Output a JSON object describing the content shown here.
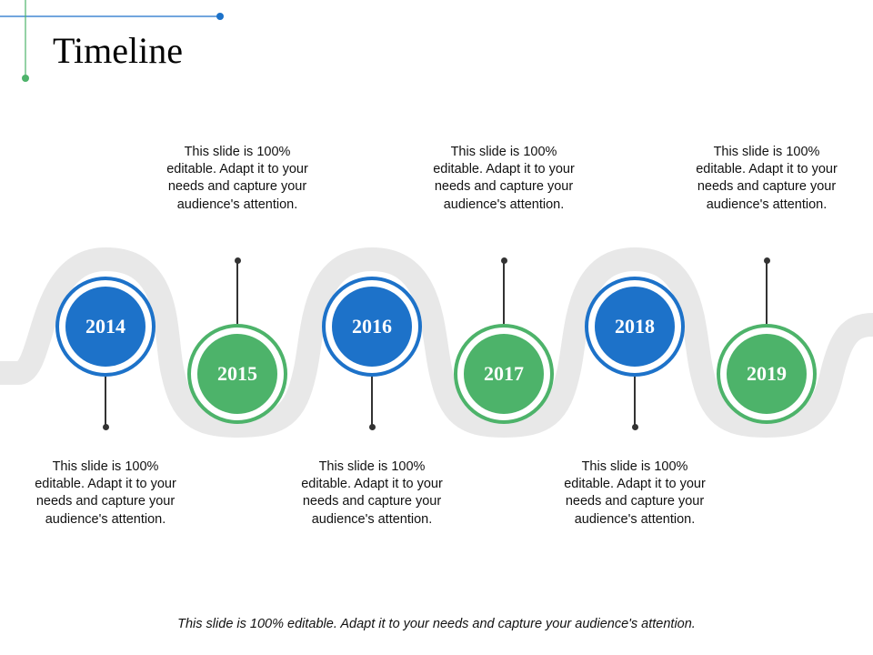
{
  "slide": {
    "title": "Timeline",
    "footer": "This slide is 100% editable. Adapt it to your needs and capture your audience's attention."
  },
  "colors": {
    "blue": "#1d72c9",
    "green": "#4db36a",
    "track": "#e8e8e8",
    "connector": "#333333"
  },
  "milestones": [
    {
      "year": "2014",
      "text": "This slide is 100% editable. Adapt it to your needs and capture your audience's attention.",
      "color": "blue"
    },
    {
      "year": "2015",
      "text": "This slide is 100% editable. Adapt it to your needs and capture your audience's attention.",
      "color": "green"
    },
    {
      "year": "2016",
      "text": "This slide is 100% editable. Adapt it to your needs and capture your audience's attention.",
      "color": "blue"
    },
    {
      "year": "2017",
      "text": "This slide is 100% editable. Adapt it to your needs and capture your audience's attention.",
      "color": "green"
    },
    {
      "year": "2018",
      "text": "This slide is 100% editable. Adapt it to your needs and capture your audience's attention.",
      "color": "blue"
    },
    {
      "year": "2019",
      "text": "This slide is 100% editable. Adapt it to your needs and capture your audience's attention.",
      "color": "green"
    }
  ]
}
